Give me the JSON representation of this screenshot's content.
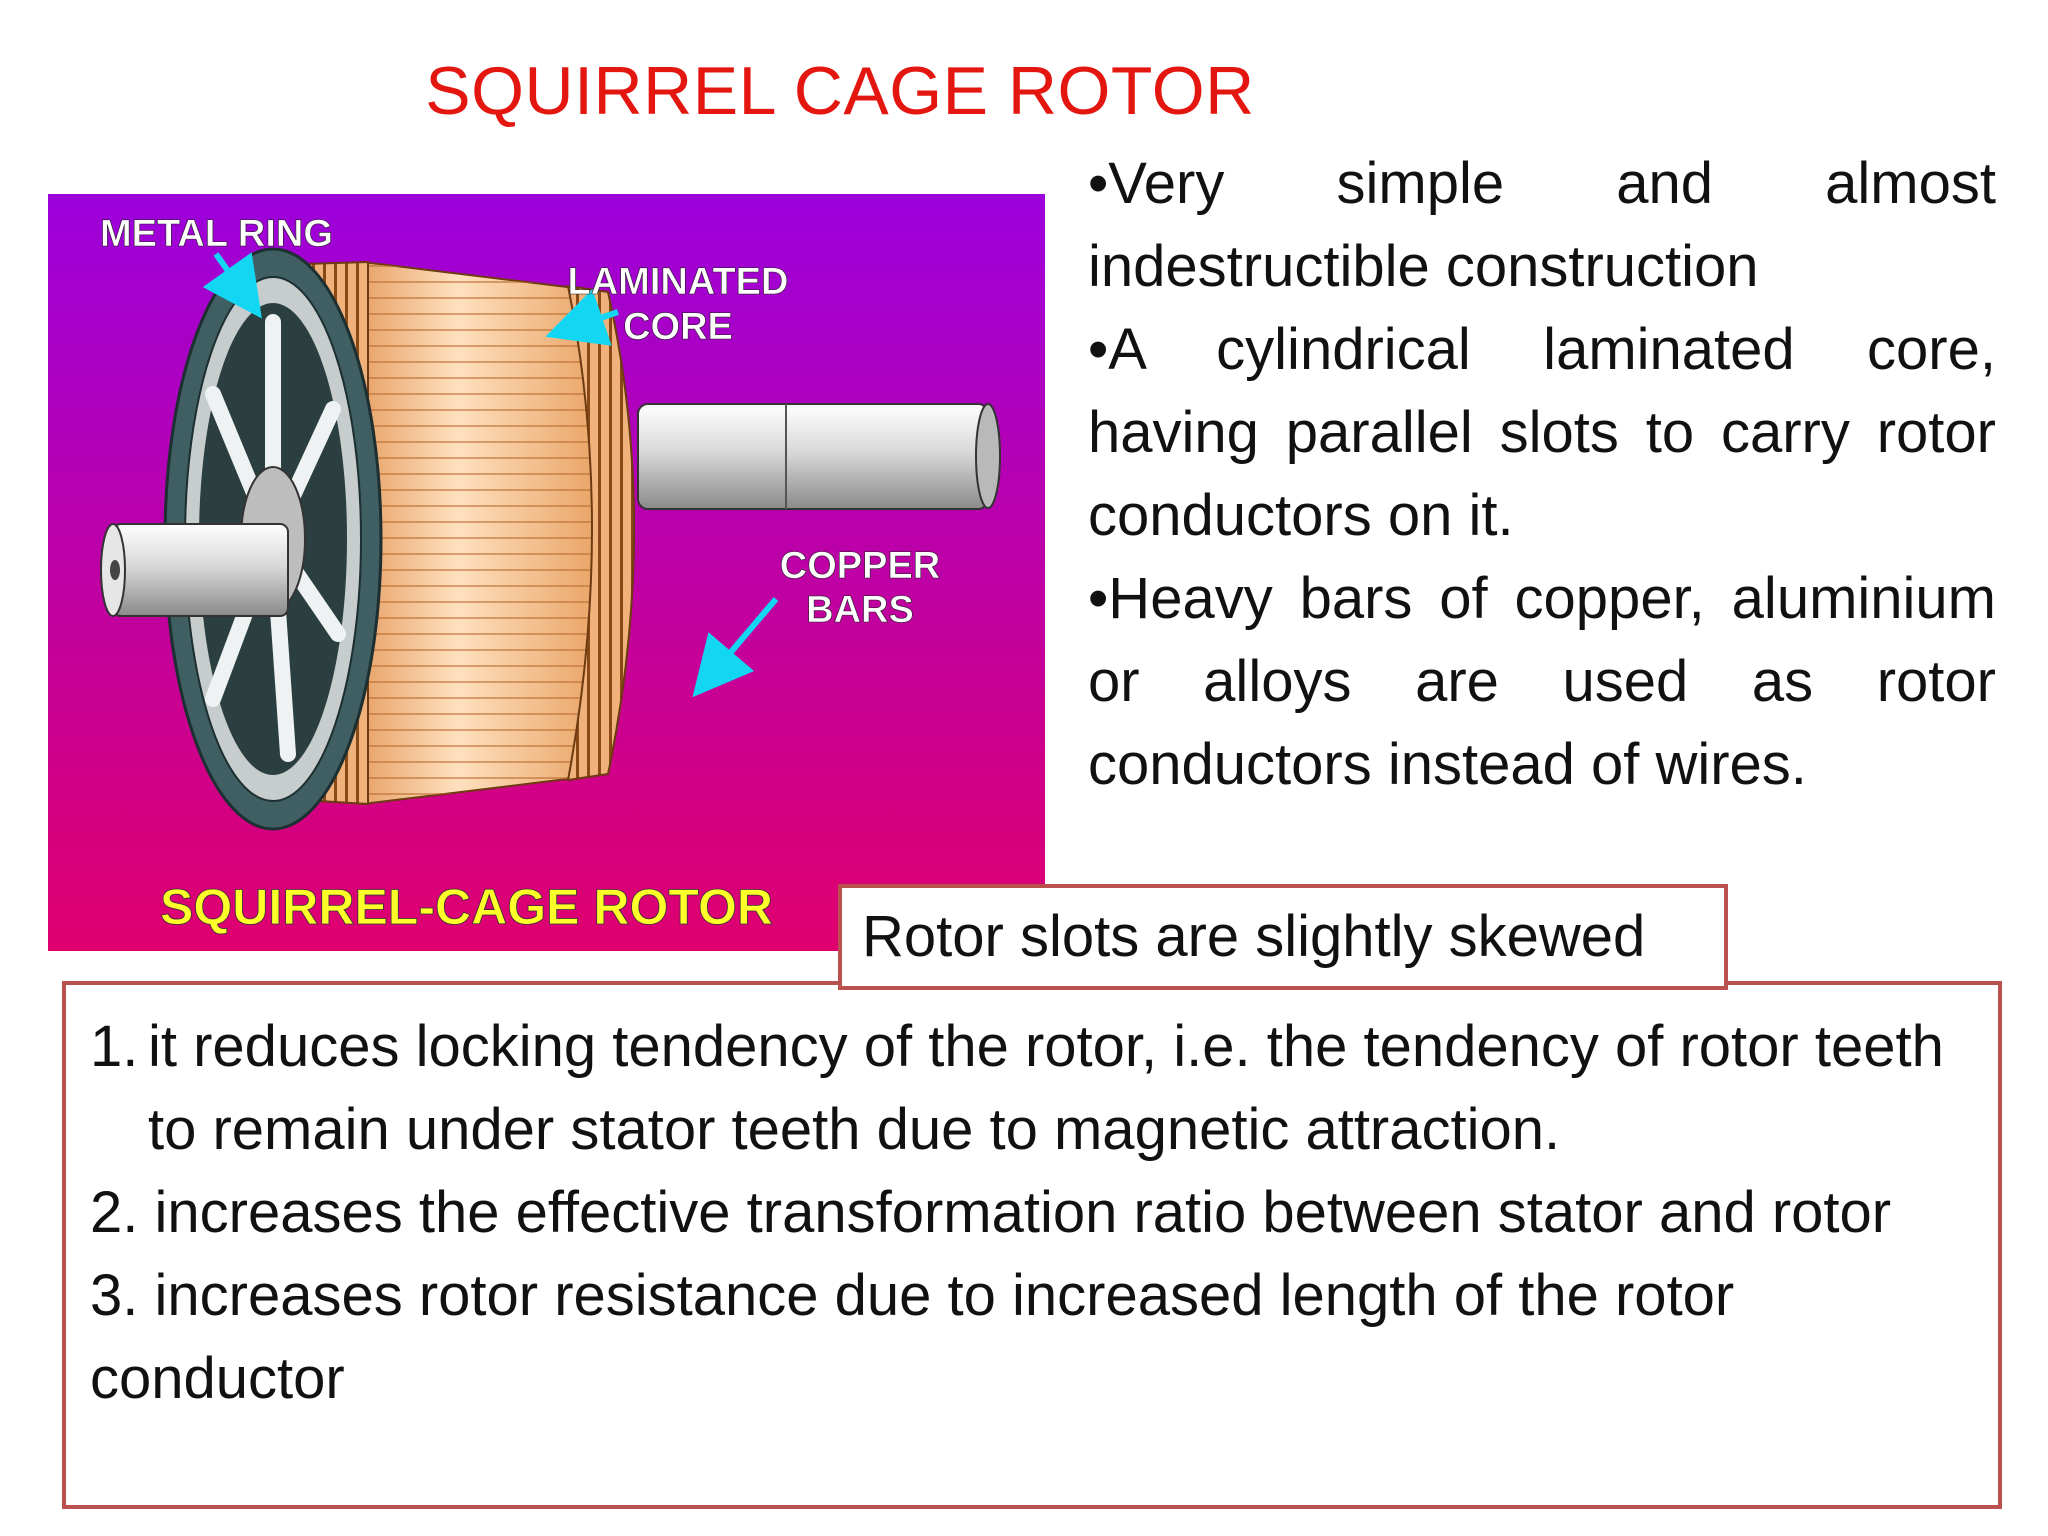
{
  "slide": {
    "title": "SQUIRREL CAGE ROTOR"
  },
  "figure": {
    "labels": {
      "metal_ring": "METAL RING",
      "laminated_core_1": "LAMINATED",
      "laminated_core_2": "CORE",
      "copper_bars_1": "COPPER",
      "copper_bars_2": "BARS",
      "caption": "SQUIRREL-CAGE ROTOR"
    },
    "colors": {
      "bg_top": "#9c00dc",
      "bg_bottom": "#e0006e",
      "label": "#ffffff",
      "caption": "#ffff2a",
      "arrow": "#12d6f2",
      "core": "#f5c79a",
      "ring": "#3f5f63"
    }
  },
  "bullets": [
    "•Very simple and almost indestructible construction",
    "•A cylindrical laminated core, having parallel slots to carry rotor conductors on it.",
    "•Heavy bars of copper, aluminium or alloys are used as rotor conductors instead of wires."
  ],
  "callout": {
    "text": "Rotor slots are slightly skewed"
  },
  "reasons": {
    "item1_num": "1.",
    "item1_text": "it reduces locking tendency of the rotor, i.e. the tendency of rotor teeth to remain under stator teeth due to magnetic attraction.",
    "item2": "2. increases the effective transformation ratio between stator and rotor",
    "item3": "3. increases rotor resistance due to increased length of the rotor conductor"
  },
  "theme": {
    "title_color": "#e3170f",
    "box_border": "#b9514f"
  }
}
